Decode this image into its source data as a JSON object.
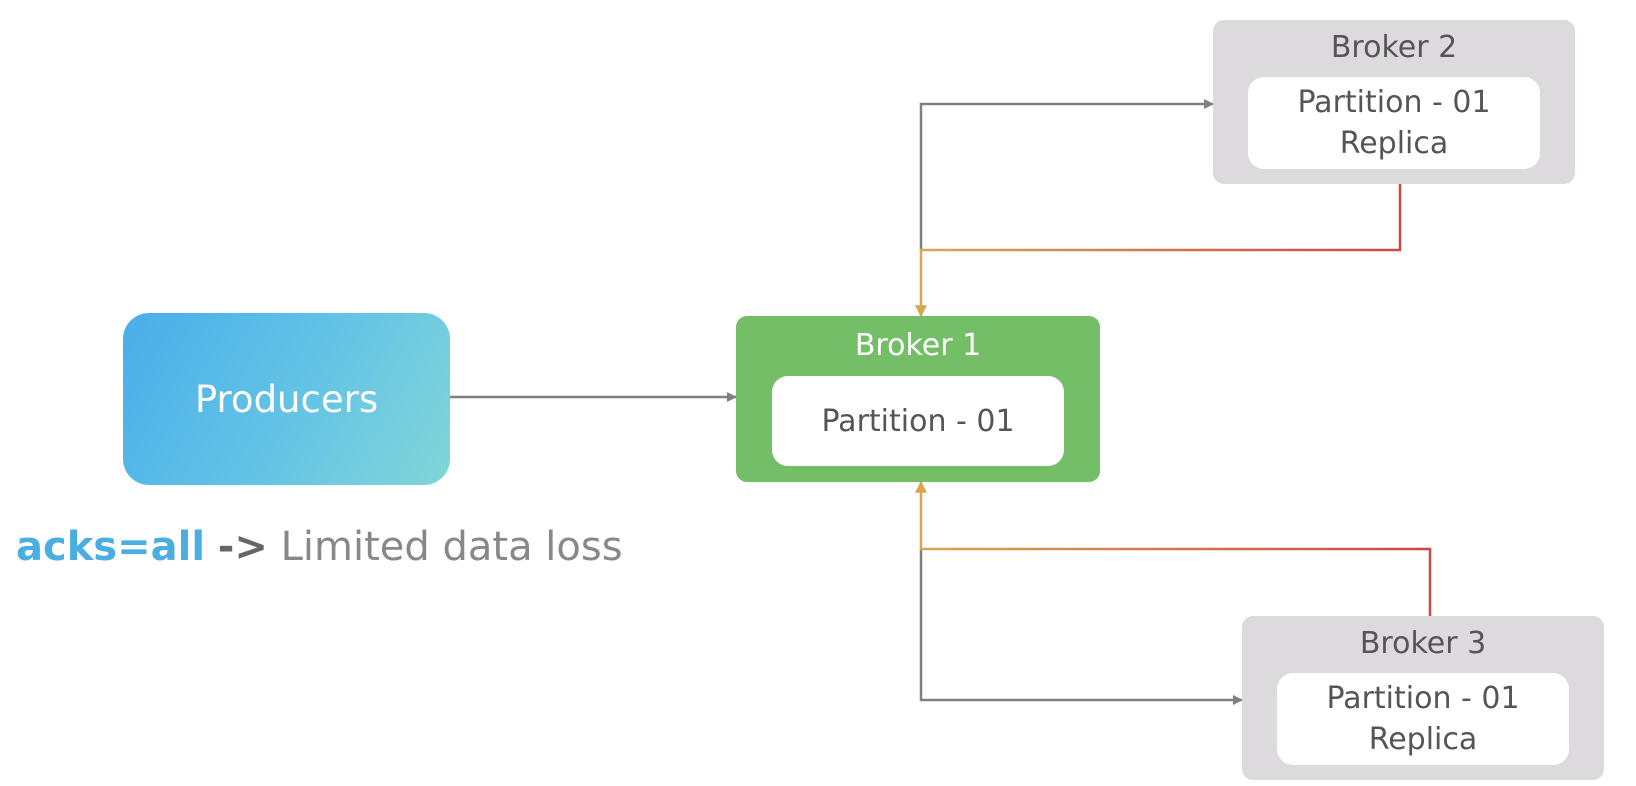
{
  "producers": {
    "label": "Producers"
  },
  "broker1": {
    "title": "Broker 1",
    "partition": "Partition - 01"
  },
  "broker2": {
    "title": "Broker 2",
    "partition_line1": "Partition - 01",
    "partition_line2": "Replica"
  },
  "broker3": {
    "title": "Broker 3",
    "partition_line1": "Partition - 01",
    "partition_line2": "Replica"
  },
  "caption": {
    "setting": "acks=all",
    "arrow": "->",
    "result": "Limited data loss"
  },
  "colors": {
    "leader": "#74be68",
    "follower": "#dddadd",
    "producer_start": "#4aaee9",
    "producer_end": "#82d6d8",
    "replication_arrow": "#808080",
    "ack_arrow": "#d8a552",
    "ack_arrow_end": "#c9484a"
  }
}
